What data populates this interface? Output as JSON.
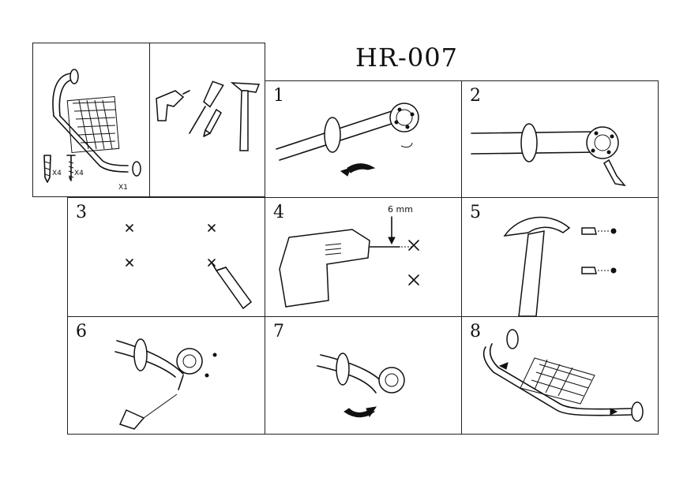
{
  "title": "HR-007",
  "kit": {
    "anchor_qty": "X4",
    "screw_qty": "X4",
    "rail_qty": "X1"
  },
  "steps": [
    {
      "number": "1"
    },
    {
      "number": "2"
    },
    {
      "number": "3"
    },
    {
      "number": "4",
      "drill_size": "6 mm"
    },
    {
      "number": "5"
    },
    {
      "number": "6"
    },
    {
      "number": "7"
    },
    {
      "number": "8"
    }
  ]
}
